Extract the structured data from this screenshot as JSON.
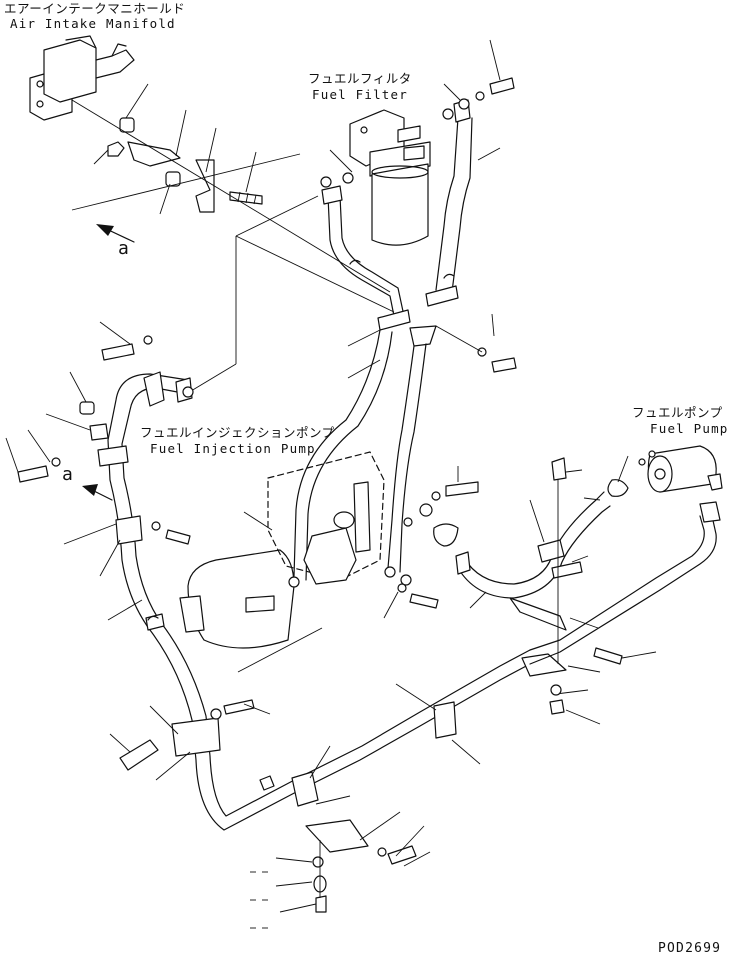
{
  "labels": {
    "air_intake_manifold_jp": "エアーインテークマニホールド",
    "air_intake_manifold_en": "Air Intake Manifold",
    "fuel_filter_jp": "フュエルフィルタ",
    "fuel_filter_en": "Fuel Filter",
    "fuel_injection_pump_jp": "フュエルインジェクションポンプ",
    "fuel_injection_pump_en": "Fuel Injection Pump",
    "fuel_pump_jp": "フュエルポンプ",
    "fuel_pump_en": "Fuel Pump",
    "view_marker_top": "a",
    "view_marker_left": "a",
    "drawing_number": "POD2699"
  }
}
